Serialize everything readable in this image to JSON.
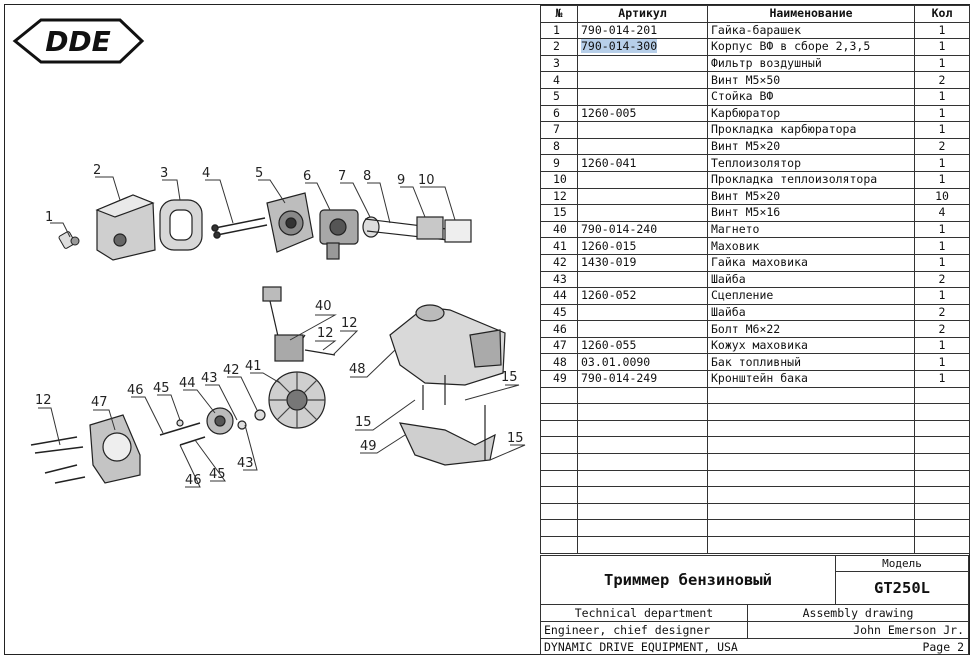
{
  "logo_text": "DDE",
  "table": {
    "headers": {
      "no": "№",
      "article": "Артикул",
      "name": "Наименование",
      "qty": "Кол"
    },
    "rows": [
      {
        "no": "1",
        "article": "790-014-201",
        "name": "Гайка-барашек",
        "qty": "1"
      },
      {
        "no": "2",
        "article": "790-014-300",
        "name": "Корпус ВФ в сборе 2,3,5",
        "qty": "1",
        "highlight": true
      },
      {
        "no": "3",
        "article": "",
        "name": "Фильтр воздушный",
        "qty": "1"
      },
      {
        "no": "4",
        "article": "",
        "name": "Винт М5×50",
        "qty": "2"
      },
      {
        "no": "5",
        "article": "",
        "name": "Стойка ВФ",
        "qty": "1"
      },
      {
        "no": "6",
        "article": "1260-005",
        "name": "Карбюратор",
        "qty": "1"
      },
      {
        "no": "7",
        "article": "",
        "name": "Прокладка карбюратора",
        "qty": "1"
      },
      {
        "no": "8",
        "article": "",
        "name": "Винт М5×20",
        "qty": "2"
      },
      {
        "no": "9",
        "article": "1260-041",
        "name": "Теплоизолятор",
        "qty": "1"
      },
      {
        "no": "10",
        "article": "",
        "name": "Прокладка теплоизолятора",
        "qty": "1"
      },
      {
        "no": "12",
        "article": "",
        "name": "Винт М5×20",
        "qty": "10"
      },
      {
        "no": "15",
        "article": "",
        "name": "Винт М5×16",
        "qty": "4"
      },
      {
        "no": "40",
        "article": "790-014-240",
        "name": "Магнето",
        "qty": "1"
      },
      {
        "no": "41",
        "article": "1260-015",
        "name": "Маховик",
        "qty": "1"
      },
      {
        "no": "42",
        "article": "1430-019",
        "name": "Гайка маховика",
        "qty": "1"
      },
      {
        "no": "43",
        "article": "",
        "name": "Шайба",
        "qty": "2"
      },
      {
        "no": "44",
        "article": "1260-052",
        "name": "Сцепление",
        "qty": "1"
      },
      {
        "no": "45",
        "article": "",
        "name": "Шайба",
        "qty": "2"
      },
      {
        "no": "46",
        "article": "",
        "name": "Болт М6×22",
        "qty": "2"
      },
      {
        "no": "47",
        "article": "1260-055",
        "name": "Кожух маховика",
        "qty": "1"
      },
      {
        "no": "48",
        "article": "03.01.0090",
        "name": "Бак топливный",
        "qty": "1"
      },
      {
        "no": "49",
        "article": "790-014-249",
        "name": "Кронштейн бака",
        "qty": "1"
      }
    ],
    "empty_rows": 10
  },
  "title_block": {
    "product": "Триммер бензиновый",
    "model_label": "Модель",
    "model": "GT250L",
    "department": "Technical department",
    "drawing_type": "Assembly drawing",
    "role": "Engineer, chief designer",
    "engineer": "John Emerson Jr.",
    "company": "DYNAMIC DRIVE EQUIPMENT, USA",
    "page": "Page 2"
  },
  "callouts": [
    "1",
    "2",
    "3",
    "4",
    "5",
    "6",
    "7",
    "8",
    "9",
    "10",
    "40",
    "12",
    "12",
    "41",
    "42",
    "43",
    "44",
    "45",
    "46",
    "47",
    "12",
    "43",
    "45",
    "46",
    "48",
    "15",
    "15",
    "49",
    "15"
  ]
}
